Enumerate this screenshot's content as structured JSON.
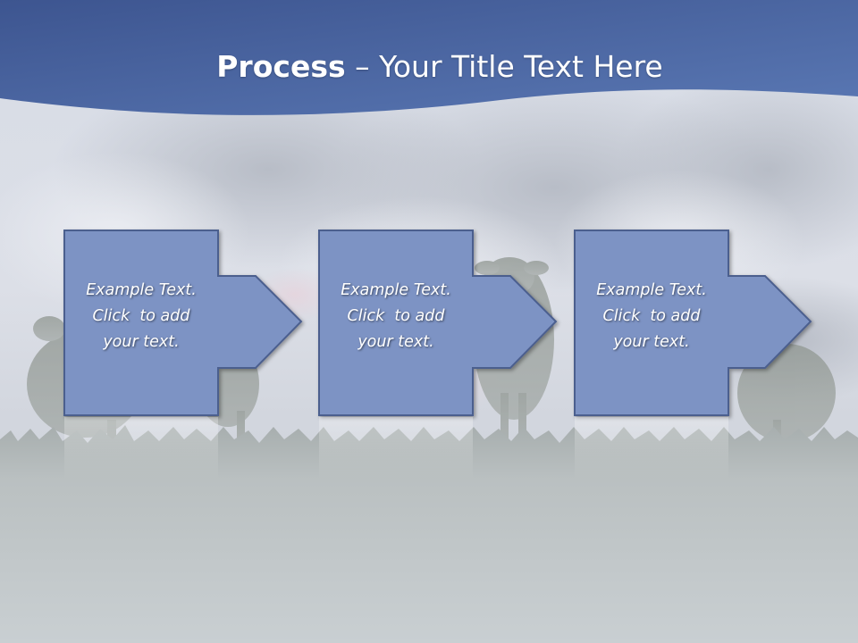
{
  "slide": {
    "title_bold": "Process",
    "title_dash": " – ",
    "title_rest": "Your Title Text Here"
  },
  "steps": [
    {
      "line1": "Example Text.",
      "line2": "Click  to add",
      "line3": "your text."
    },
    {
      "line1": "Example Text.",
      "line2": "Click  to add",
      "line3": "your text."
    },
    {
      "line1": "Example Text.",
      "line2": "Click  to add",
      "line3": "your text."
    }
  ],
  "colors": {
    "header": "#4a65a3",
    "box_fill": "#7d93c4",
    "box_stroke": "#4c5e8e",
    "text": "#ffffff"
  }
}
